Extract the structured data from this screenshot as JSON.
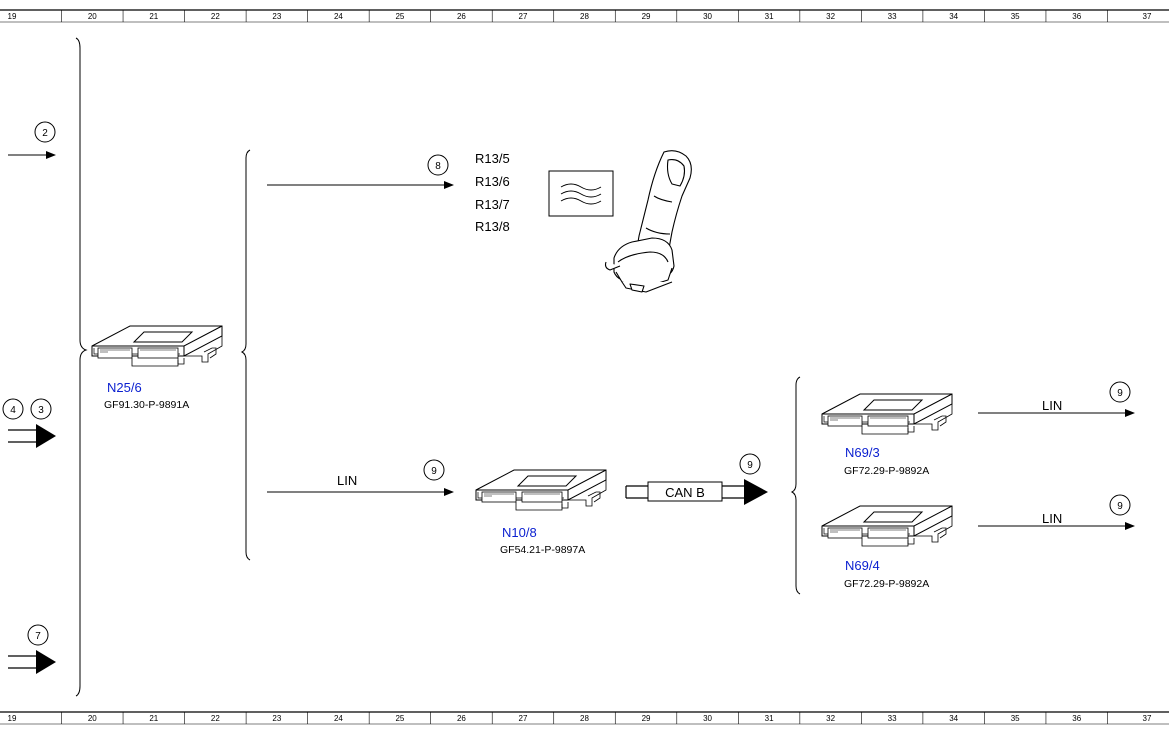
{
  "ruler": {
    "columns": [
      "19",
      "20",
      "21",
      "22",
      "23",
      "24",
      "25",
      "26",
      "27",
      "28",
      "29",
      "30",
      "31",
      "32",
      "33",
      "34",
      "35",
      "36",
      "37"
    ]
  },
  "connectors": {
    "c_2": "2",
    "c_4": "4",
    "c_3": "3",
    "c_7": "7",
    "c_8": "8",
    "c_9_lin": "9",
    "c_9_can": "9",
    "c_9_n693": "9",
    "c_9_n694": "9"
  },
  "components": {
    "n25_6": {
      "label": "N25/6",
      "code": "GF91.30-P-9891A"
    },
    "n10_8": {
      "label": "N10/8",
      "code": "GF54.21-P-9897A"
    },
    "n69_3": {
      "label": "N69/3",
      "code": "GF72.29-P-9892A"
    },
    "n69_4": {
      "label": "N69/4",
      "code": "GF72.29-P-9892A"
    }
  },
  "heaters": [
    "R13/5",
    "R13/6",
    "R13/7",
    "R13/8"
  ],
  "bus": {
    "lin_main": "LIN",
    "can_b": "CAN B",
    "lin_n693": "LIN",
    "lin_n694": "LIN"
  },
  "colors": {
    "component_label": "#0a1fd0",
    "line": "#000000"
  }
}
